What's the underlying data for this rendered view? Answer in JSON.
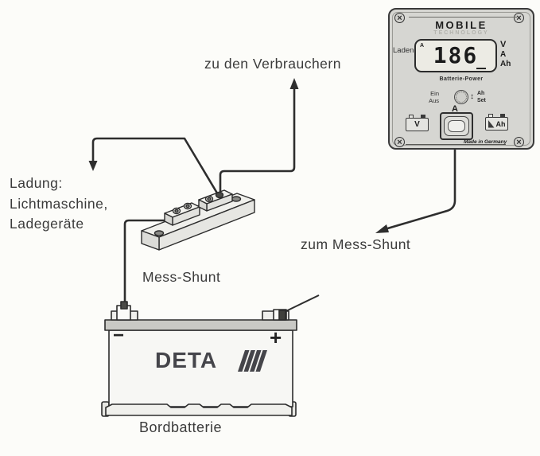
{
  "diagram": {
    "to_consumers": "zu den Verbrauchern",
    "charging": {
      "line1": "Ladung:",
      "line2": "Lichtmaschine,",
      "line3": "Ladegeräte"
    },
    "shunt_label": "Mess-Shunt",
    "to_shunt": "zum Mess-Shunt",
    "battery_label": "Bordbatterie",
    "battery": {
      "brand": "DETA",
      "minus": "−",
      "plus": "+"
    }
  },
  "monitor": {
    "brand": "MOBILE",
    "brand_sub": "TECHNOLOGY",
    "mode_label": "Laden",
    "display": {
      "annunciator": "A",
      "value": "186",
      "cursor": "_"
    },
    "units": {
      "v": "V",
      "a": "A",
      "ah": "Ah"
    },
    "caption": "Batterie-Power",
    "switch": {
      "on": "Ein",
      "off": "Aus"
    },
    "set": {
      "arrow": "↕",
      "line1": "Ah",
      "line2": "Set"
    },
    "amp_label": "A",
    "buttons": {
      "volt": "V",
      "ah": "Ah"
    },
    "made_in": "Made in Germany"
  },
  "icons": {
    "screw": "×"
  },
  "colors": {
    "line": "#2e2e2e",
    "panel": "#d6d6d2",
    "text": "#3b3b3b",
    "logo": "#45454a"
  }
}
